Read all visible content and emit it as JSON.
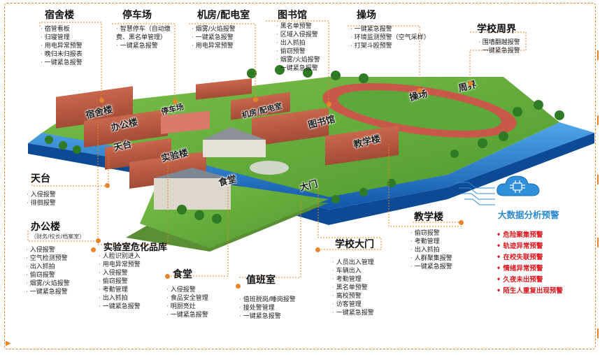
{
  "panels": [
    {
      "id": "dormitory",
      "title": "宿舍楼",
      "items": [
        "宿管看板",
        "归寝管理",
        "用电异常预警",
        "晚归未归报表",
        "一键紧急报警"
      ]
    },
    {
      "id": "parking",
      "title": "停车场",
      "items": [
        "智慧停车（自动缴费、黑名单管理）",
        "一键紧急报警"
      ]
    },
    {
      "id": "server",
      "title": "机房/配电室",
      "items": [
        "烟雾/火焰报警",
        "一键紧急报警",
        "用电异常预警"
      ]
    },
    {
      "id": "library",
      "title": "图书馆",
      "items": [
        "黑名单预警",
        "区域入侵报警",
        "出入抓拍",
        "偷窃预警",
        "烟雾/火焰报警",
        "一键紧急报警"
      ]
    },
    {
      "id": "playground",
      "title": "操场",
      "items": [
        "一键紧急报警",
        "环境监测预警（空气采样）",
        "打架斗殴预警"
      ]
    },
    {
      "id": "perimeter",
      "title": "学校周界",
      "items": [
        "围墙翻越报警",
        "一键紧急报警"
      ]
    },
    {
      "id": "platform",
      "title": "天台",
      "items": [
        "入侵报警",
        "徘徊报警"
      ]
    },
    {
      "id": "office",
      "title": "办公楼",
      "subtitle": "（财务/校长/档案室）",
      "items": [
        "入侵报警",
        "空气检测预警",
        "出入抓拍",
        "偷窃报警",
        "烟雾/火焰报警",
        "一键紧急报警"
      ]
    },
    {
      "id": "lab",
      "title": "实验室危化品库",
      "items": [
        "人脸识别进入",
        "用电异常预警",
        "入侵报警",
        "偷窃报警",
        "考勤管理",
        "出入抓拍",
        "一键紧急报警"
      ]
    },
    {
      "id": "canteen",
      "title": "食堂",
      "items": [
        "入侵报警",
        "食品安全管理",
        "明厨亮灶",
        "一键紧急报警"
      ]
    },
    {
      "id": "dutyroom",
      "title": "值班室",
      "items": [
        "值班脱岗/睡岗报警",
        "接处警管理",
        "一键紧急报警"
      ]
    },
    {
      "id": "gate",
      "title": "学校大门",
      "items": [
        "人员出入管理",
        "车辆出入",
        "考勤管理",
        "黑名单预警",
        "离校预警",
        "访客管理",
        "一键紧急报警"
      ]
    },
    {
      "id": "teaching",
      "title": "教学楼",
      "items": [
        "偷窃报警",
        "考勤管理",
        "出入抓拍",
        "人群聚集报警",
        "一键紧急报警"
      ]
    }
  ],
  "map_labels": {
    "dormitory": "宿舍楼",
    "office": "办公楼",
    "platform": "天台",
    "lab": "实验楼",
    "parking": "停车场",
    "server": "机房/配电室",
    "library": "图书馆",
    "teaching": "教学楼",
    "canteen": "食堂",
    "gate": "大门",
    "playground": "操场",
    "perimeter": "周界"
  },
  "bigdata": {
    "title": "大数据分析预警",
    "items": [
      "危险聚集预警",
      "轨迹异常预警",
      "在校失联预警",
      "情绪异常预警",
      "久夜未出预警",
      "陌生人重复出现预警"
    ]
  },
  "colors": {
    "accent": "#e8852a",
    "alert": "#d9181f",
    "info": "#2a8ad0",
    "water": "#1f6fc8"
  }
}
